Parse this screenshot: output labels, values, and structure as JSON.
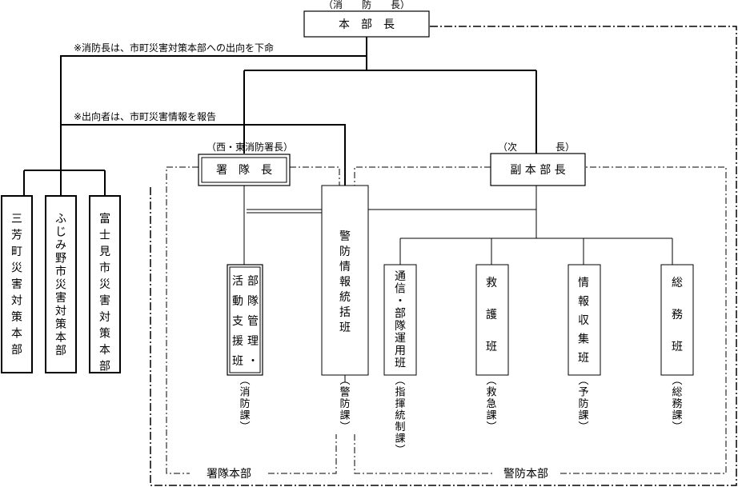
{
  "top": {
    "role": "（消　　防　　長）",
    "title": "本　部　長"
  },
  "notes": {
    "order": "※消防長は、市町災害対策本部への出向を下命",
    "report": "※出向者は、市町災害情報を報告"
  },
  "municipal": [
    {
      "label": "三芳町災害対策本部"
    },
    {
      "label": "ふじみ野市災害対策本部"
    },
    {
      "label": "富士見市災害対策本部"
    }
  ],
  "station_chief": {
    "role": "（西・東消防署長）",
    "title": "署　隊　長"
  },
  "deputy": {
    "role": "（次　　　　長）",
    "title": "副 本 部 長"
  },
  "units": [
    {
      "col1": "活動支援班",
      "col2": "部隊管理・",
      "dept": "（消防課）"
    },
    {
      "label": "警防情報統括班",
      "dept": "（警防課）"
    },
    {
      "label": "通信・部隊運用班",
      "dept": "（指揮統制課）"
    },
    {
      "label": "救護班",
      "dept": "（救急課）"
    },
    {
      "label": "情報収集班",
      "dept": "（予防課）"
    },
    {
      "label": "総務班",
      "dept": "（総務課）"
    }
  ],
  "groups": {
    "station_hq": "署隊本部",
    "defense_hq": "警防本部"
  }
}
